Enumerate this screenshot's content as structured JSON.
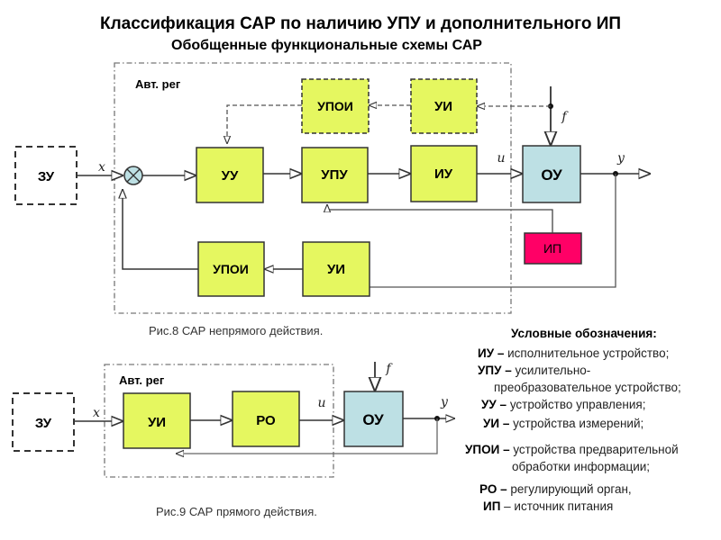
{
  "title": "Классификация САР по наличию УПУ и дополнительного ИП",
  "subtitle": "Обобщенные функциональные схемы САР",
  "colors": {
    "block_yellow": "#e5f760",
    "block_blue": "#bde0e4",
    "block_pink": "#ff0066",
    "summing_junction": "#bde0e4"
  },
  "figure8": {
    "region_label": "Авт. рег",
    "caption": "Рис.8 САР непрямого действия.",
    "blocks": {
      "zu": "ЗУ",
      "uu": "УУ",
      "upu": "УПУ",
      "iu": "ИУ",
      "ou": "ОУ",
      "upoi_top": "УПОИ",
      "ui_top": "УИ",
      "upoi_bottom": "УПОИ",
      "ui_bottom": "УИ",
      "ip": "ИП"
    },
    "signals": {
      "x": "x",
      "u": "u",
      "f": "f",
      "y": "y"
    },
    "summing_junction_icon": "⊗"
  },
  "figure9": {
    "region_label": "Авт. рег",
    "caption": "Рис.9 САР прямого действия.",
    "blocks": {
      "zu": "ЗУ",
      "ui": "УИ",
      "ro": "РО",
      "ou": "ОУ"
    },
    "signals": {
      "x": "x",
      "u": "u",
      "f": "f",
      "y": "y"
    }
  },
  "legend": {
    "heading": "Условные обозначения:",
    "items": [
      {
        "abbr": "ИУ",
        "dash": " – ",
        "text": "исполнительное устройство;"
      },
      {
        "abbr": "УПУ",
        "dash": " – ",
        "text": "усилительно-",
        "continuation": "преобразовательное устройство;"
      },
      {
        "abbr": "УУ",
        "dash": " – ",
        "text": "устройство управления;"
      },
      {
        "abbr": "УИ",
        "dash": " – ",
        "text": "устройства измерений;"
      },
      {
        "abbr": "УПОИ",
        "dash": " – ",
        "text": "устройства предварительной",
        "continuation": "обработки информации;"
      },
      {
        "abbr": "РО",
        "dash": " – ",
        "text": "регулирующий орган,"
      },
      {
        "abbr": "ИП",
        "dash": " – ",
        "text": "источник питания"
      }
    ]
  }
}
